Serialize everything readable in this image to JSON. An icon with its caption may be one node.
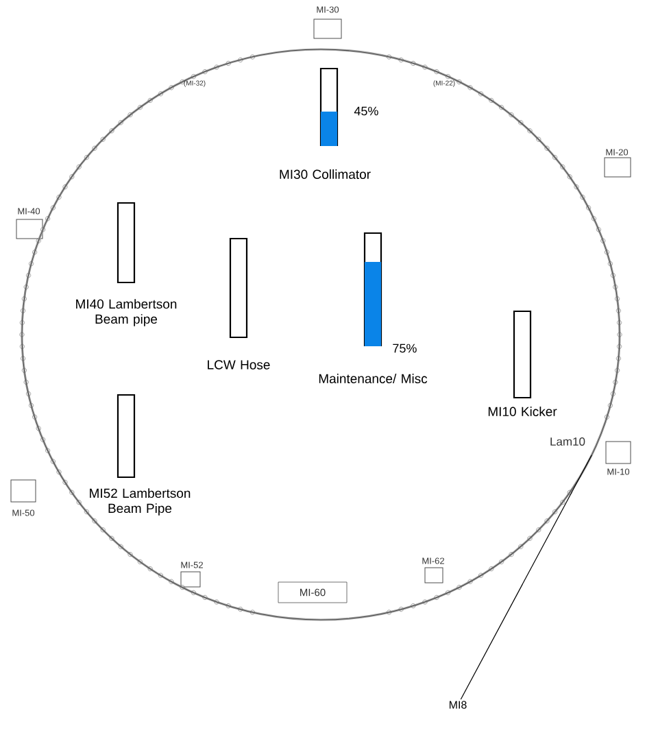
{
  "diagram": {
    "nodes": [
      {
        "text": [],
        "shape": "circle"
      },
      {
        "text": [],
        "shape": "bar",
        "in": 0,
        "beside": [
          "45%",
          "MI30 Collimator"
        ]
      },
      {
        "text": [],
        "shape": "bar",
        "in": 0,
        "beside": [
          "MI40 Lambertson Beam pipe"
        ]
      },
      {
        "text": [],
        "shape": "bar",
        "in": 0,
        "beside": [
          "LCW Hose"
        ]
      },
      {
        "text": [],
        "shape": "bar",
        "in": 0,
        "beside": [
          "75%",
          "Maintenance/ Misc"
        ]
      },
      {
        "text": [],
        "shape": "bar",
        "in": 0,
        "beside": [
          "MI10 Kicker"
        ]
      },
      {
        "text": [],
        "shape": "bar",
        "in": 0,
        "beside": [
          "MI52 Lambertson Beam Pipe"
        ]
      },
      {
        "text": [
          "MI-60"
        ],
        "in": 0
      },
      {
        "text": [
          "MI8"
        ]
      }
    ],
    "edges": [
      {
        "from": 0,
        "to": 8,
        "arrow": "none"
      }
    ],
    "labels": [
      "MI-30",
      "(MI-32)",
      "(MI-22)",
      "MI-20",
      "MI-40",
      "Lam10",
      "MI-10",
      "MI-50",
      "MI-52",
      "MI-62"
    ]
  }
}
